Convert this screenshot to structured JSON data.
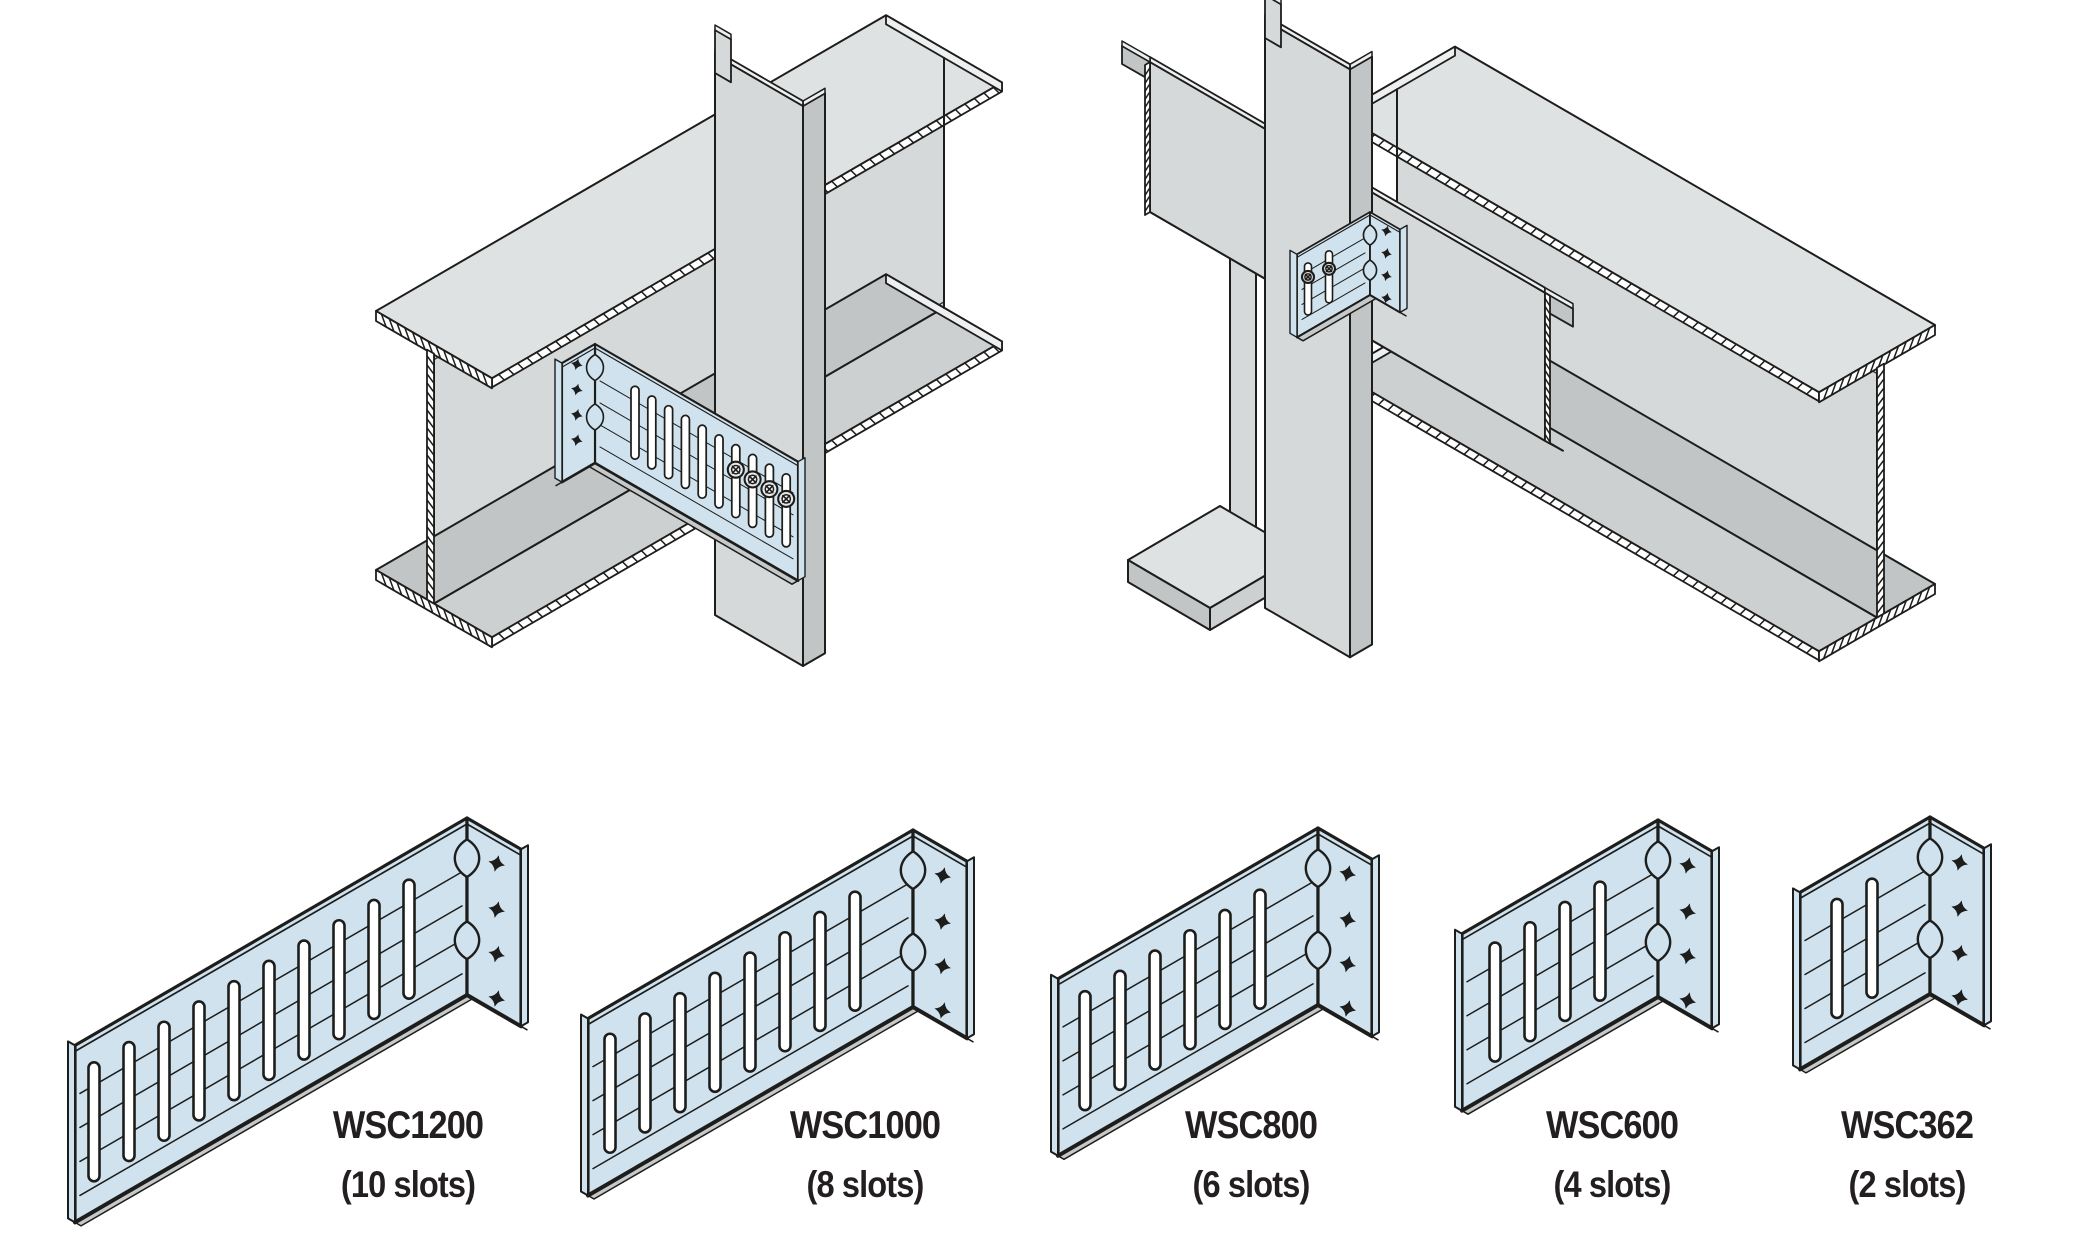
{
  "page": {
    "background": "#ffffff"
  },
  "colors": {
    "bracket_fill": "#cfe2ee",
    "slot_fill": "#ffffff",
    "outline": "#1d1d1b",
    "steel_light": "#dfe2e3",
    "steel_mid": "#d6d9da",
    "steel_mid2": "#cdd0d1",
    "steel_dark": "#c2c5c6",
    "steel_edge": "#edeff0",
    "shadow_strip": "#c6c9ca",
    "label_color": "#231f20"
  },
  "figures": [
    {
      "id": "beam-web-connection",
      "bracket_slots": 10,
      "visible_screws": 4
    },
    {
      "id": "stud-track-connection",
      "bracket_slots": 2,
      "visible_screws": 2
    }
  ],
  "products": [
    {
      "model": "WSC1200",
      "slots_label": "(10 slots)",
      "slots": 10
    },
    {
      "model": "WSC1000",
      "slots_label": "(8 slots)",
      "slots": 8
    },
    {
      "model": "WSC800",
      "slots_label": "(6 slots)",
      "slots": 6
    },
    {
      "model": "WSC600",
      "slots_label": "(4 slots)",
      "slots": 4
    },
    {
      "model": "WSC362",
      "slots_label": "(2 slots)",
      "slots": 2
    }
  ]
}
